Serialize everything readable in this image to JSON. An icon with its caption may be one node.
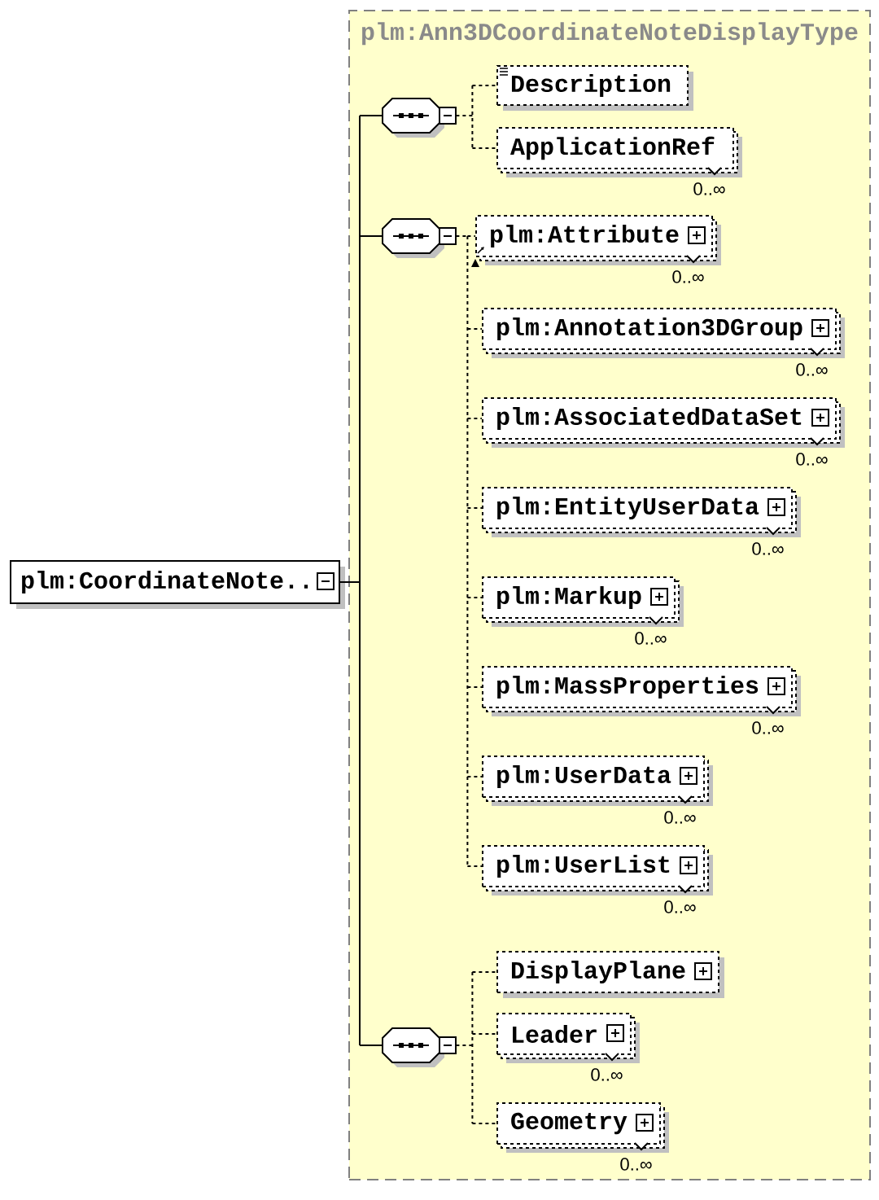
{
  "diagram": {
    "nodes": [
      {
        "text": [
          "plm:CoordinateNote.."
        ]
      },
      {
        "text": [
          "plm:Ann3DCoordinateNoteDisplayType"
        ]
      },
      {
        "text": [],
        "shape": "octagon",
        "in": 1
      },
      {
        "text": [
          "Description"
        ],
        "in": 1
      },
      {
        "text": [
          "ApplicationRef"
        ],
        "beside": [
          "0..∞"
        ],
        "in": 1
      },
      {
        "text": [],
        "shape": "octagon",
        "in": 1
      },
      {
        "text": [
          "plm:Attribute"
        ],
        "beside": [
          "0..∞"
        ],
        "in": 1
      },
      {
        "text": [
          "plm:Annotation3DGroup"
        ],
        "beside": [
          "0..∞"
        ],
        "in": 1
      },
      {
        "text": [
          "plm:AssociatedDataSet"
        ],
        "beside": [
          "0..∞"
        ],
        "in": 1
      },
      {
        "text": [
          "plm:EntityUserData"
        ],
        "beside": [
          "0..∞"
        ],
        "in": 1
      },
      {
        "text": [
          "plm:Markup"
        ],
        "beside": [
          "0..∞"
        ],
        "in": 1
      },
      {
        "text": [
          "plm:MassProperties"
        ],
        "beside": [
          "0..∞"
        ],
        "in": 1
      },
      {
        "text": [
          "plm:UserData"
        ],
        "beside": [
          "0..∞"
        ],
        "in": 1
      },
      {
        "text": [
          "plm:UserList"
        ],
        "beside": [
          "0..∞"
        ],
        "in": 1
      },
      {
        "text": [],
        "shape": "octagon",
        "in": 1
      },
      {
        "text": [
          "DisplayPlane"
        ],
        "in": 1
      },
      {
        "text": [
          "Leader"
        ],
        "beside": [
          "0..∞"
        ],
        "in": 1
      },
      {
        "text": [
          "Geometry"
        ],
        "beside": [
          "0..∞"
        ],
        "in": 1
      }
    ],
    "edges": [
      {
        "from": 0,
        "to": 2,
        "arrow": "none"
      },
      {
        "from": 0,
        "to": 5,
        "arrow": "none"
      },
      {
        "from": 0,
        "to": 14,
        "arrow": "none"
      },
      {
        "from": 2,
        "to": 3,
        "arrow": "none",
        "style": "dashed"
      },
      {
        "from": 2,
        "to": 4,
        "arrow": "none",
        "style": "dashed"
      },
      {
        "from": 5,
        "to": 6,
        "arrow": "none",
        "style": "dashed"
      },
      {
        "from": 5,
        "to": 7,
        "arrow": "none",
        "style": "dashed"
      },
      {
        "from": 5,
        "to": 8,
        "arrow": "none",
        "style": "dashed"
      },
      {
        "from": 5,
        "to": 9,
        "arrow": "none",
        "style": "dashed"
      },
      {
        "from": 5,
        "to": 10,
        "arrow": "none",
        "style": "dashed"
      },
      {
        "from": 5,
        "to": 11,
        "arrow": "none",
        "style": "dashed"
      },
      {
        "from": 5,
        "to": 12,
        "arrow": "none",
        "style": "dashed"
      },
      {
        "from": 5,
        "to": 13,
        "arrow": "none",
        "style": "dashed"
      },
      {
        "from": 14,
        "to": 15,
        "arrow": "none",
        "style": "dashed"
      },
      {
        "from": 14,
        "to": 16,
        "arrow": "none",
        "style": "dashed"
      },
      {
        "from": 14,
        "to": 17,
        "arrow": "none",
        "style": "dashed"
      }
    ]
  }
}
